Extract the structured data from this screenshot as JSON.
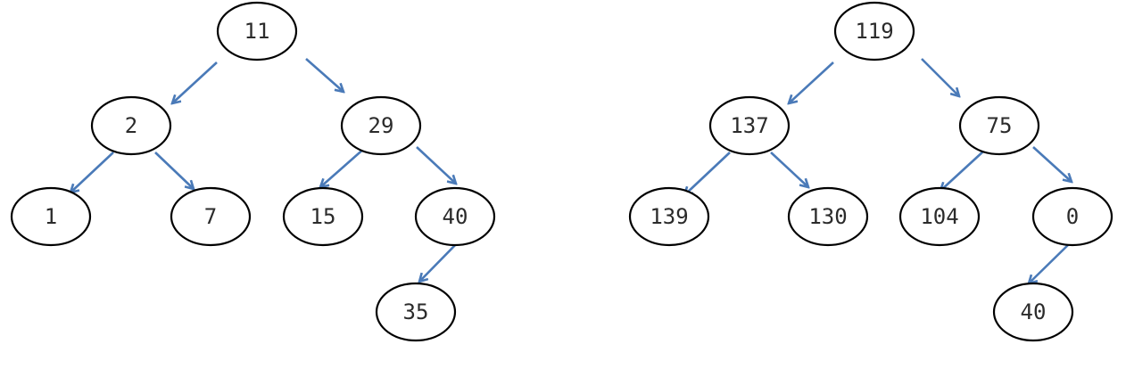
{
  "colors": {
    "edge": "#4a7ab8",
    "node_stroke": "#000000",
    "node_fill": "#ffffff",
    "text": "#2b2b2b"
  },
  "trees": [
    {
      "name": "left-tree",
      "nodes": [
        {
          "id": "L11",
          "label": "11"
        },
        {
          "id": "L2",
          "label": "2"
        },
        {
          "id": "L29",
          "label": "29"
        },
        {
          "id": "L1",
          "label": "1"
        },
        {
          "id": "L7",
          "label": "7"
        },
        {
          "id": "L15",
          "label": "15"
        },
        {
          "id": "L40",
          "label": "40"
        },
        {
          "id": "L35",
          "label": "35"
        }
      ],
      "edges": [
        {
          "from": "L11",
          "to": "L2"
        },
        {
          "from": "L11",
          "to": "L29"
        },
        {
          "from": "L2",
          "to": "L1"
        },
        {
          "from": "L2",
          "to": "L7"
        },
        {
          "from": "L29",
          "to": "L15"
        },
        {
          "from": "L29",
          "to": "L40"
        },
        {
          "from": "L40",
          "to": "L35"
        }
      ]
    },
    {
      "name": "right-tree",
      "nodes": [
        {
          "id": "R119",
          "label": "119"
        },
        {
          "id": "R137",
          "label": "137"
        },
        {
          "id": "R75",
          "label": "75"
        },
        {
          "id": "R139",
          "label": "139"
        },
        {
          "id": "R130",
          "label": "130"
        },
        {
          "id": "R104",
          "label": "104"
        },
        {
          "id": "R0",
          "label": "0"
        },
        {
          "id": "R40",
          "label": "40"
        }
      ],
      "edges": [
        {
          "from": "R119",
          "to": "R137"
        },
        {
          "from": "R119",
          "to": "R75"
        },
        {
          "from": "R137",
          "to": "R139"
        },
        {
          "from": "R137",
          "to": "R130"
        },
        {
          "from": "R75",
          "to": "R104"
        },
        {
          "from": "R75",
          "to": "R0"
        },
        {
          "from": "R0",
          "to": "R40"
        }
      ]
    }
  ]
}
